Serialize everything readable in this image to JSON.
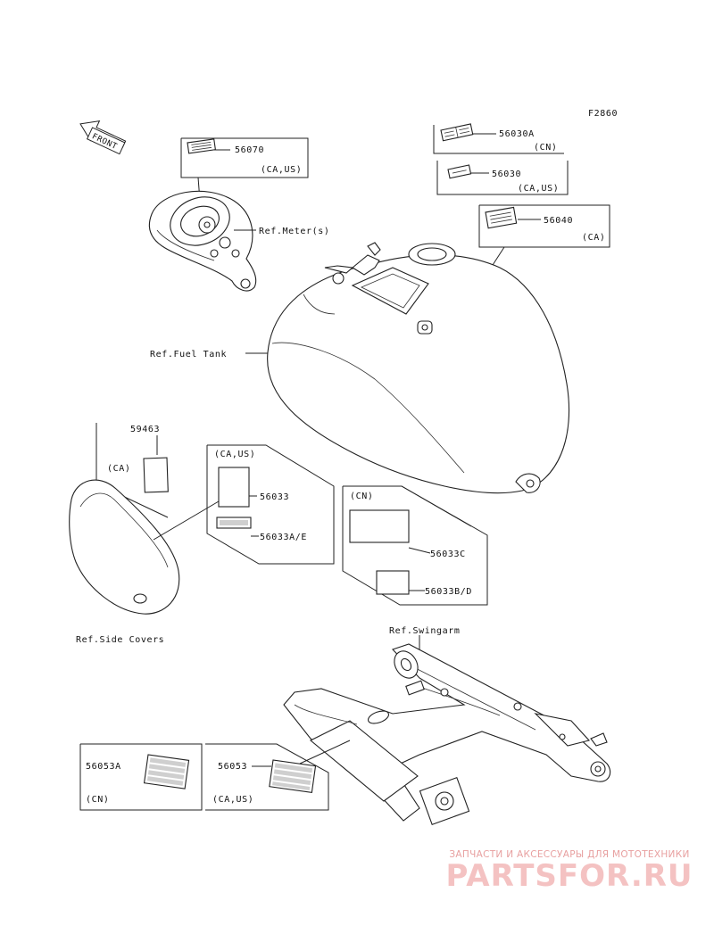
{
  "figure_code": "F2860",
  "front_label": "FRONT",
  "refs": {
    "meter": "Ref.Meter(s)",
    "fuel_tank": "Ref.Fuel Tank",
    "side_covers": "Ref.Side Covers",
    "swingarm": "Ref.Swingarm"
  },
  "parts": {
    "p56070": {
      "number": "56070",
      "region": "(CA,US)"
    },
    "p56030a": {
      "number": "56030A",
      "region": "(CN)"
    },
    "p56030": {
      "number": "56030",
      "region": "(CA,US)"
    },
    "p56040": {
      "number": "56040",
      "region": "(CA)"
    },
    "p59463": {
      "number": "59463",
      "region": "(CA)"
    },
    "p56033_group": {
      "region": "(CA,US)"
    },
    "p56033": {
      "number": "56033"
    },
    "p56033ae": {
      "number": "56033A/E"
    },
    "p56033c_group": {
      "region": "(CN)"
    },
    "p56033c": {
      "number": "56033C"
    },
    "p56033bd": {
      "number": "56033B/D"
    },
    "p56053a": {
      "number": "56053A",
      "region": "(CN)"
    },
    "p56053": {
      "number": "56053",
      "region": "(CA,US)"
    }
  },
  "watermark": {
    "caption": "ЗАПЧАСТИ И АКСЕССУАРЫ ДЛЯ МОТОТЕХНИКИ",
    "logo": "PARTSFOR.RU"
  },
  "colors": {
    "line": "#222222",
    "watermark_caption": "#e8a0a0",
    "watermark_logo": "#f4c2c2"
  }
}
